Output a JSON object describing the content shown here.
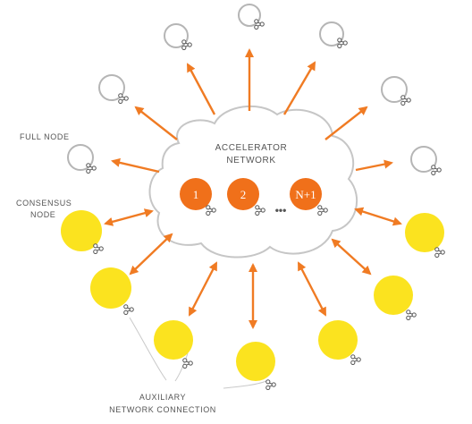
{
  "labels": {
    "full_node": "FULL NODE",
    "consensus_node_line1": "CONSENSUS",
    "consensus_node_line2": "NODE",
    "accelerator_line1": "ACCELERATOR",
    "accelerator_line2": "NETWORK",
    "auxiliary_line1": "AUXILIARY",
    "auxiliary_line2": "NETWORK CONNECTION",
    "ellipsis": "•••"
  },
  "accelerator_nodes": [
    {
      "label": "1"
    },
    {
      "label": "2"
    },
    {
      "label": "N+1"
    }
  ],
  "colors": {
    "arrow": "#f07b23",
    "accelerator_node": "#f0701a",
    "consensus_node": "#fbe31f",
    "full_node_stroke": "#b5b5b5",
    "cloud_stroke": "#c6c6c6",
    "label": "#555555",
    "key_icon": "#555555"
  },
  "icons": [
    "key-icon"
  ]
}
